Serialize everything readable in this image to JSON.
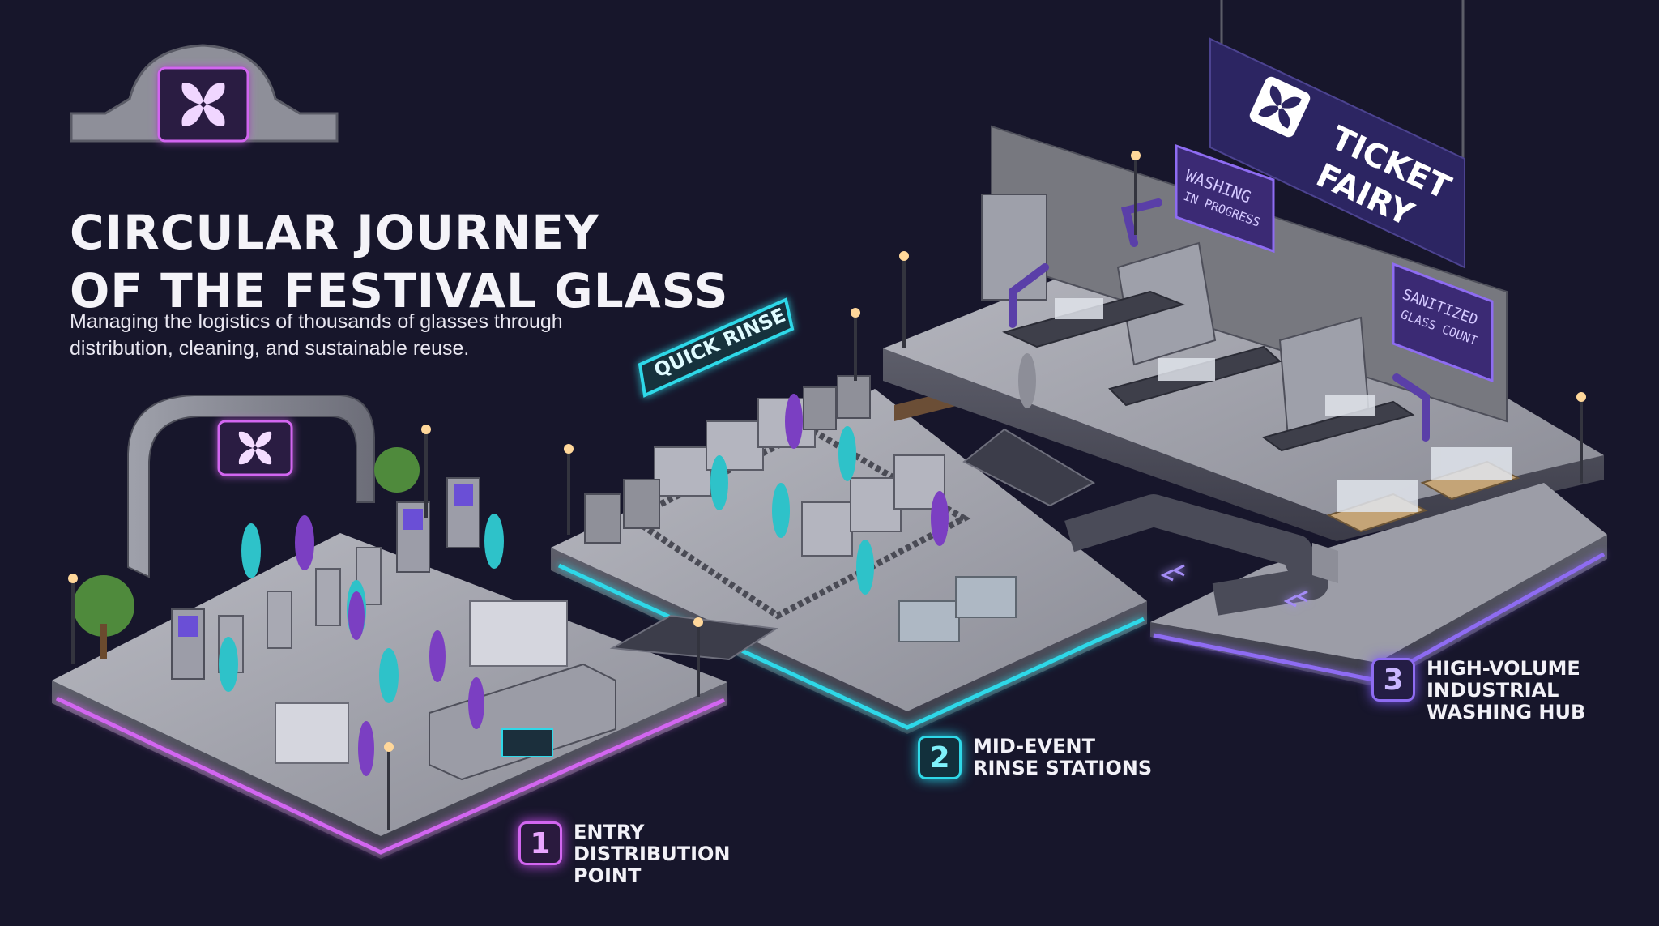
{
  "title_lines": [
    "CIRCULAR JOURNEY",
    "OF THE FESTIVAL GLASS"
  ],
  "subtitle_lines": [
    "Managing the logistics of thousands of glasses through",
    "distribution, cleaning, and sustainable reuse."
  ],
  "steps": [
    {
      "number": "1",
      "lines": [
        "ENTRY",
        "DISTRIBUTION",
        "POINT"
      ]
    },
    {
      "number": "2",
      "lines": [
        "MID-EVENT",
        "RINSE STATIONS"
      ]
    },
    {
      "number": "3",
      "lines": [
        "HIGH-VOLUME",
        "INDUSTRIAL",
        "WASHING HUB"
      ]
    }
  ],
  "signs": {
    "quick_rinse": "QUICK RINSE",
    "brand_line1": "TICKET",
    "brand_line2": "FAIRY",
    "washing_line1": "WASHING",
    "washing_line2": "IN PROGRESS",
    "sanitized_line1": "SANITIZED",
    "sanitized_line2": "GLASS COUNT"
  },
  "colors": {
    "background": "#17162b",
    "accent_pink": "#d266f0",
    "accent_cyan": "#2fd8e8",
    "accent_purple": "#8e6cf2"
  }
}
